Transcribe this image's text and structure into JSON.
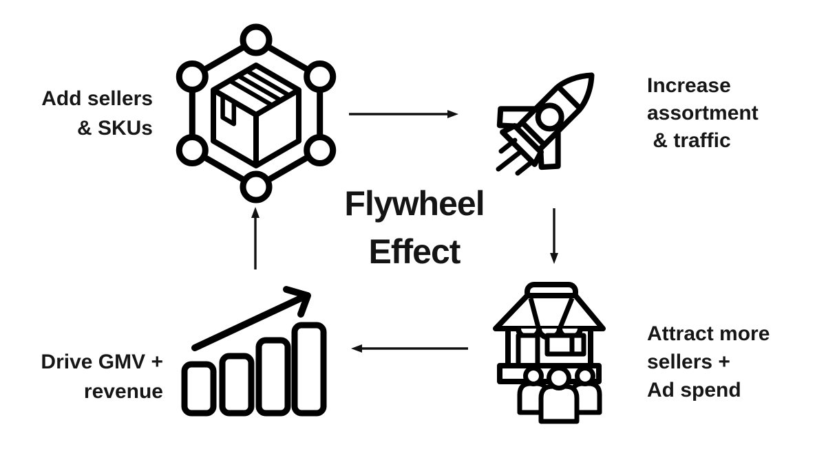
{
  "title": {
    "line1": "Flywheel",
    "line2": "Effect"
  },
  "labels": {
    "add_sellers": {
      "line1": "Add sellers",
      "line2": "& SKUs"
    },
    "increase": {
      "line1": "Increase",
      "line2": "assortment",
      "line3": " & traffic"
    },
    "attract": {
      "line1": "Attract more",
      "line2": "sellers +",
      "line3": "Ad spend"
    },
    "drive": {
      "line1": "Drive GMV +",
      "line2": "revenue"
    }
  },
  "icons": {
    "top_left": "package-network-icon",
    "top_right": "rocket-icon",
    "bottom_right": "storefront-customers-icon",
    "bottom_left": "growth-bar-chart-icon"
  },
  "flow": [
    "add_sellers",
    "increase",
    "attract",
    "drive"
  ],
  "colors": {
    "background": "#ffffff",
    "ink": "#000000",
    "text": "#161616"
  }
}
